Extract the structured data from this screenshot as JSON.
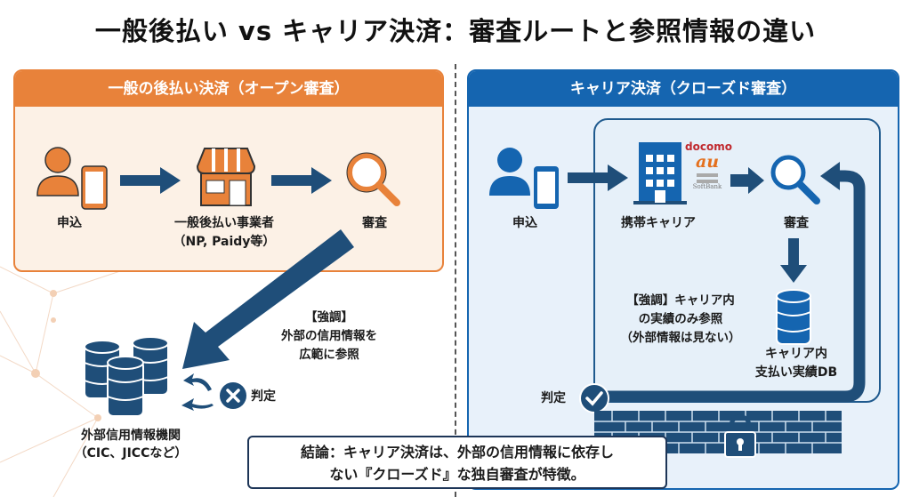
{
  "title": "一般後払い vs キャリア決済：審査ルートと参照情報の違い",
  "left_panel": {
    "header": "一般の後払い決済（オープン審査）",
    "step_apply": "申込",
    "step_provider": "一般後払い事業者",
    "step_provider_sub": "（NP, Paidy等）",
    "step_review": "審査",
    "note_title": "【強調】",
    "note_line1": "外部の信用情報を",
    "note_line2": "広範に参照",
    "db_label": "外部信用情報機関",
    "db_label_sub": "（CIC、JICCなど）",
    "judgement": "判定",
    "accent": "#E8823A"
  },
  "right_panel": {
    "header": "キャリア決済（クローズド審査）",
    "step_apply": "申込",
    "step_carrier": "携帯キャリア",
    "logos": {
      "docomo": "docomo",
      "au": "au",
      "softbank": "SoftBank"
    },
    "step_review": "審査",
    "note_line1": "【強調】キャリア内",
    "note_line2": "の実績のみ参照",
    "note_line3": "（外部情報は見ない）",
    "db_label": "キャリア内",
    "db_label_sub": "支払い実績DB",
    "judgement": "判定",
    "accent": "#1565B0"
  },
  "conclusion": {
    "line1": "結論：キャリア決済は、外部の信用情報に依存し",
    "line2": "ない『クローズド』な独自審査が特徴。"
  }
}
